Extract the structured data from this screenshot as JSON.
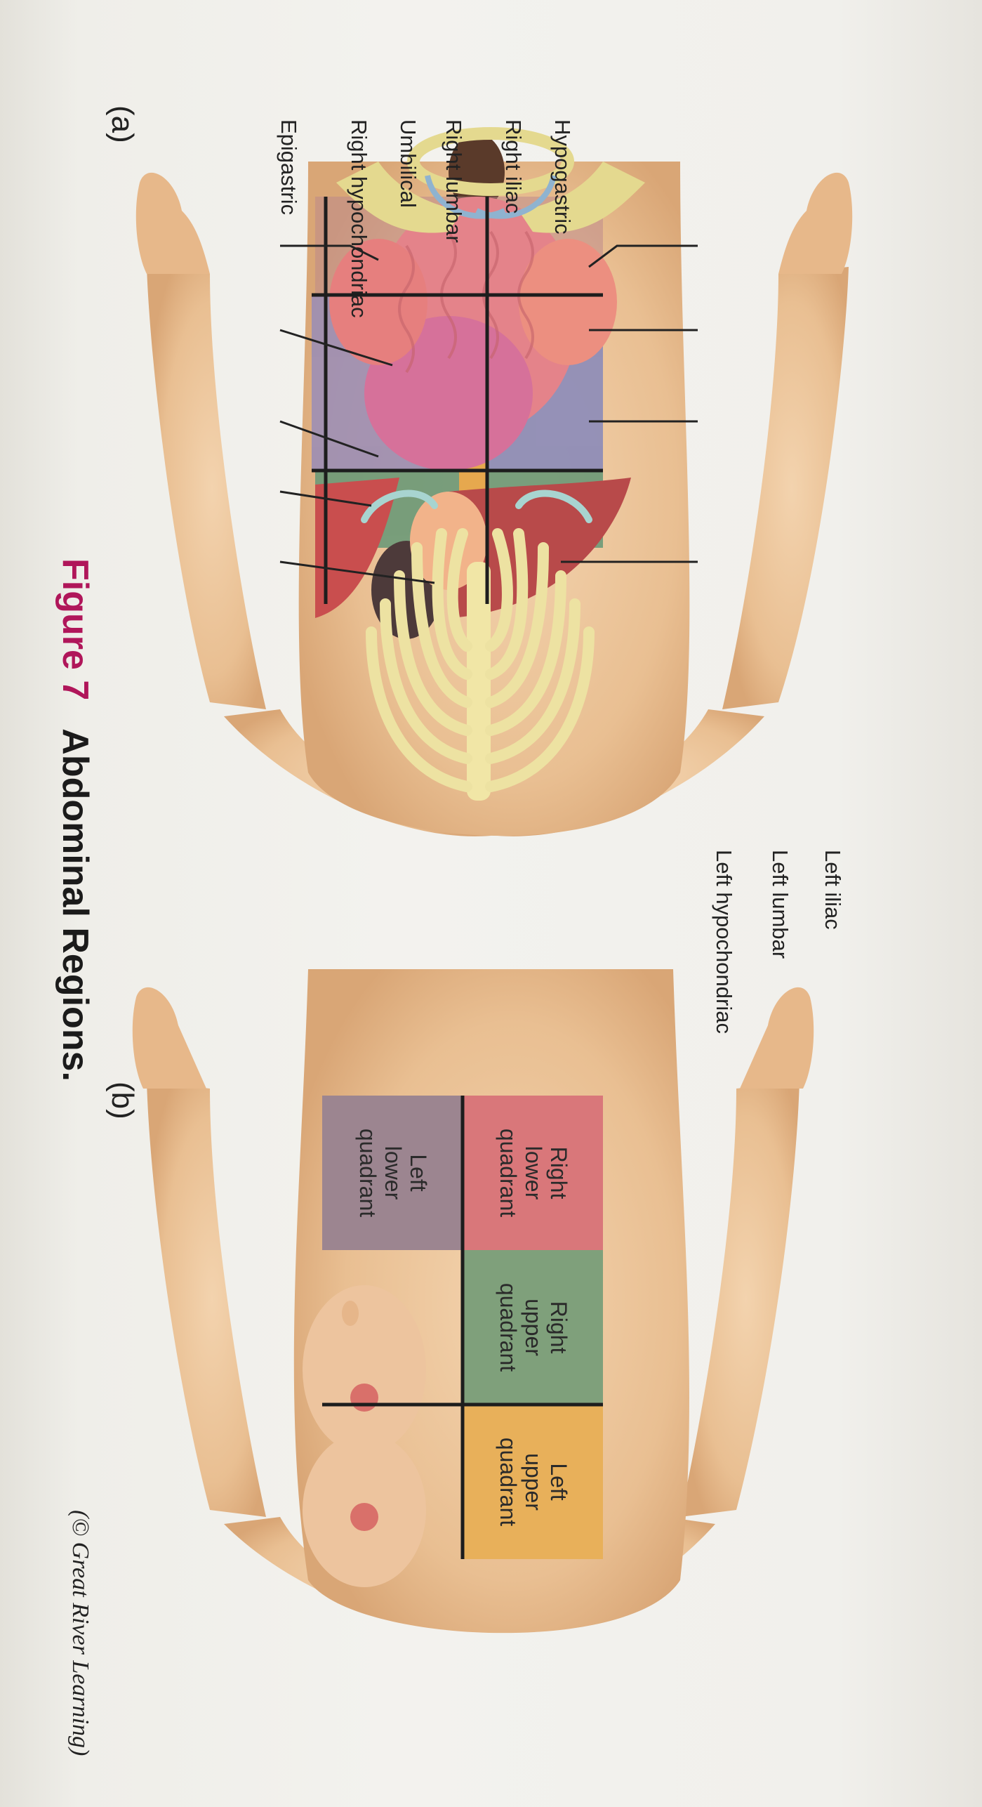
{
  "figure": {
    "number": "Figure 7",
    "title": "Abdominal Regions.",
    "credit": "(© Great River Learning)"
  },
  "panel_a": {
    "label": "(a)",
    "left_labels": [
      "Epigastric",
      "Right hypochondriac",
      "Umbilical",
      "Right lumbar",
      "Right iliac",
      "Hypogastric"
    ],
    "right_labels": [
      "Left hypochondriac",
      "Left lumbar",
      "Left iliac"
    ]
  },
  "panel_b": {
    "label": "(b)",
    "quadrants": [
      {
        "name": "Right upper quadrant",
        "lines": [
          "Right",
          "upper",
          "quadrant"
        ],
        "color": "#7fa07b"
      },
      {
        "name": "Left upper quadrant",
        "lines": [
          "Left",
          "upper",
          "quadrant"
        ],
        "color": "#e8b05a"
      },
      {
        "name": "Right lower quadrant",
        "lines": [
          "Right",
          "lower",
          "quadrant"
        ],
        "color": "#d9777a"
      },
      {
        "name": "Left lower quadrant",
        "lines": [
          "Left",
          "lower",
          "quadrant"
        ],
        "color": "#9c8590"
      }
    ]
  },
  "colors": {
    "figure_number": "#b0165a",
    "skin": "#edc59d",
    "rib": "#f0e6a8",
    "intestine": "#e47f82"
  }
}
